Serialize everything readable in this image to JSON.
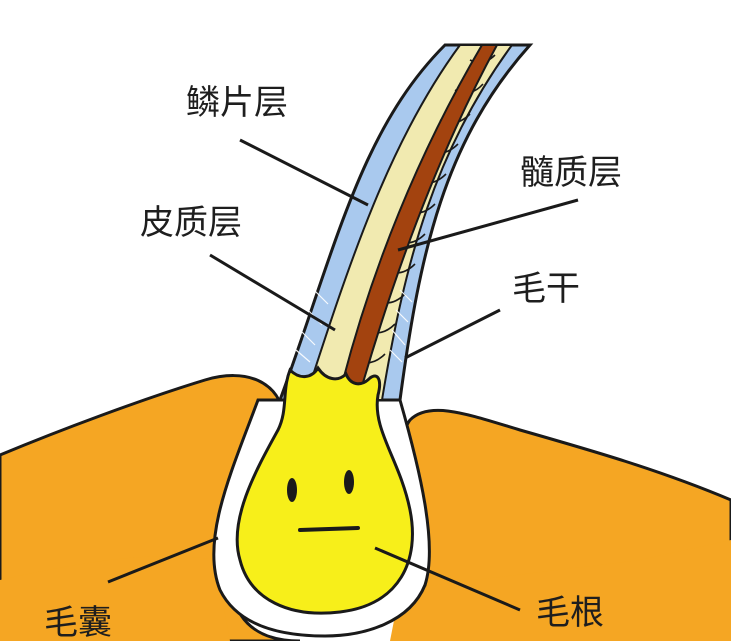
{
  "labels": {
    "cuticle": "鳞片层",
    "medulla": "髓质层",
    "cortex": "皮质层",
    "shaft": "毛干",
    "follicle": "毛囊",
    "root": "毛根"
  },
  "colors": {
    "skin": "#f5a623",
    "skin_shade": "#f0b14a",
    "bulb": "#f7ef1a",
    "cortex": "#f1eab0",
    "cuticle": "#a9c9ee",
    "medulla": "#a3430f",
    "outline": "#1a1a1a"
  }
}
